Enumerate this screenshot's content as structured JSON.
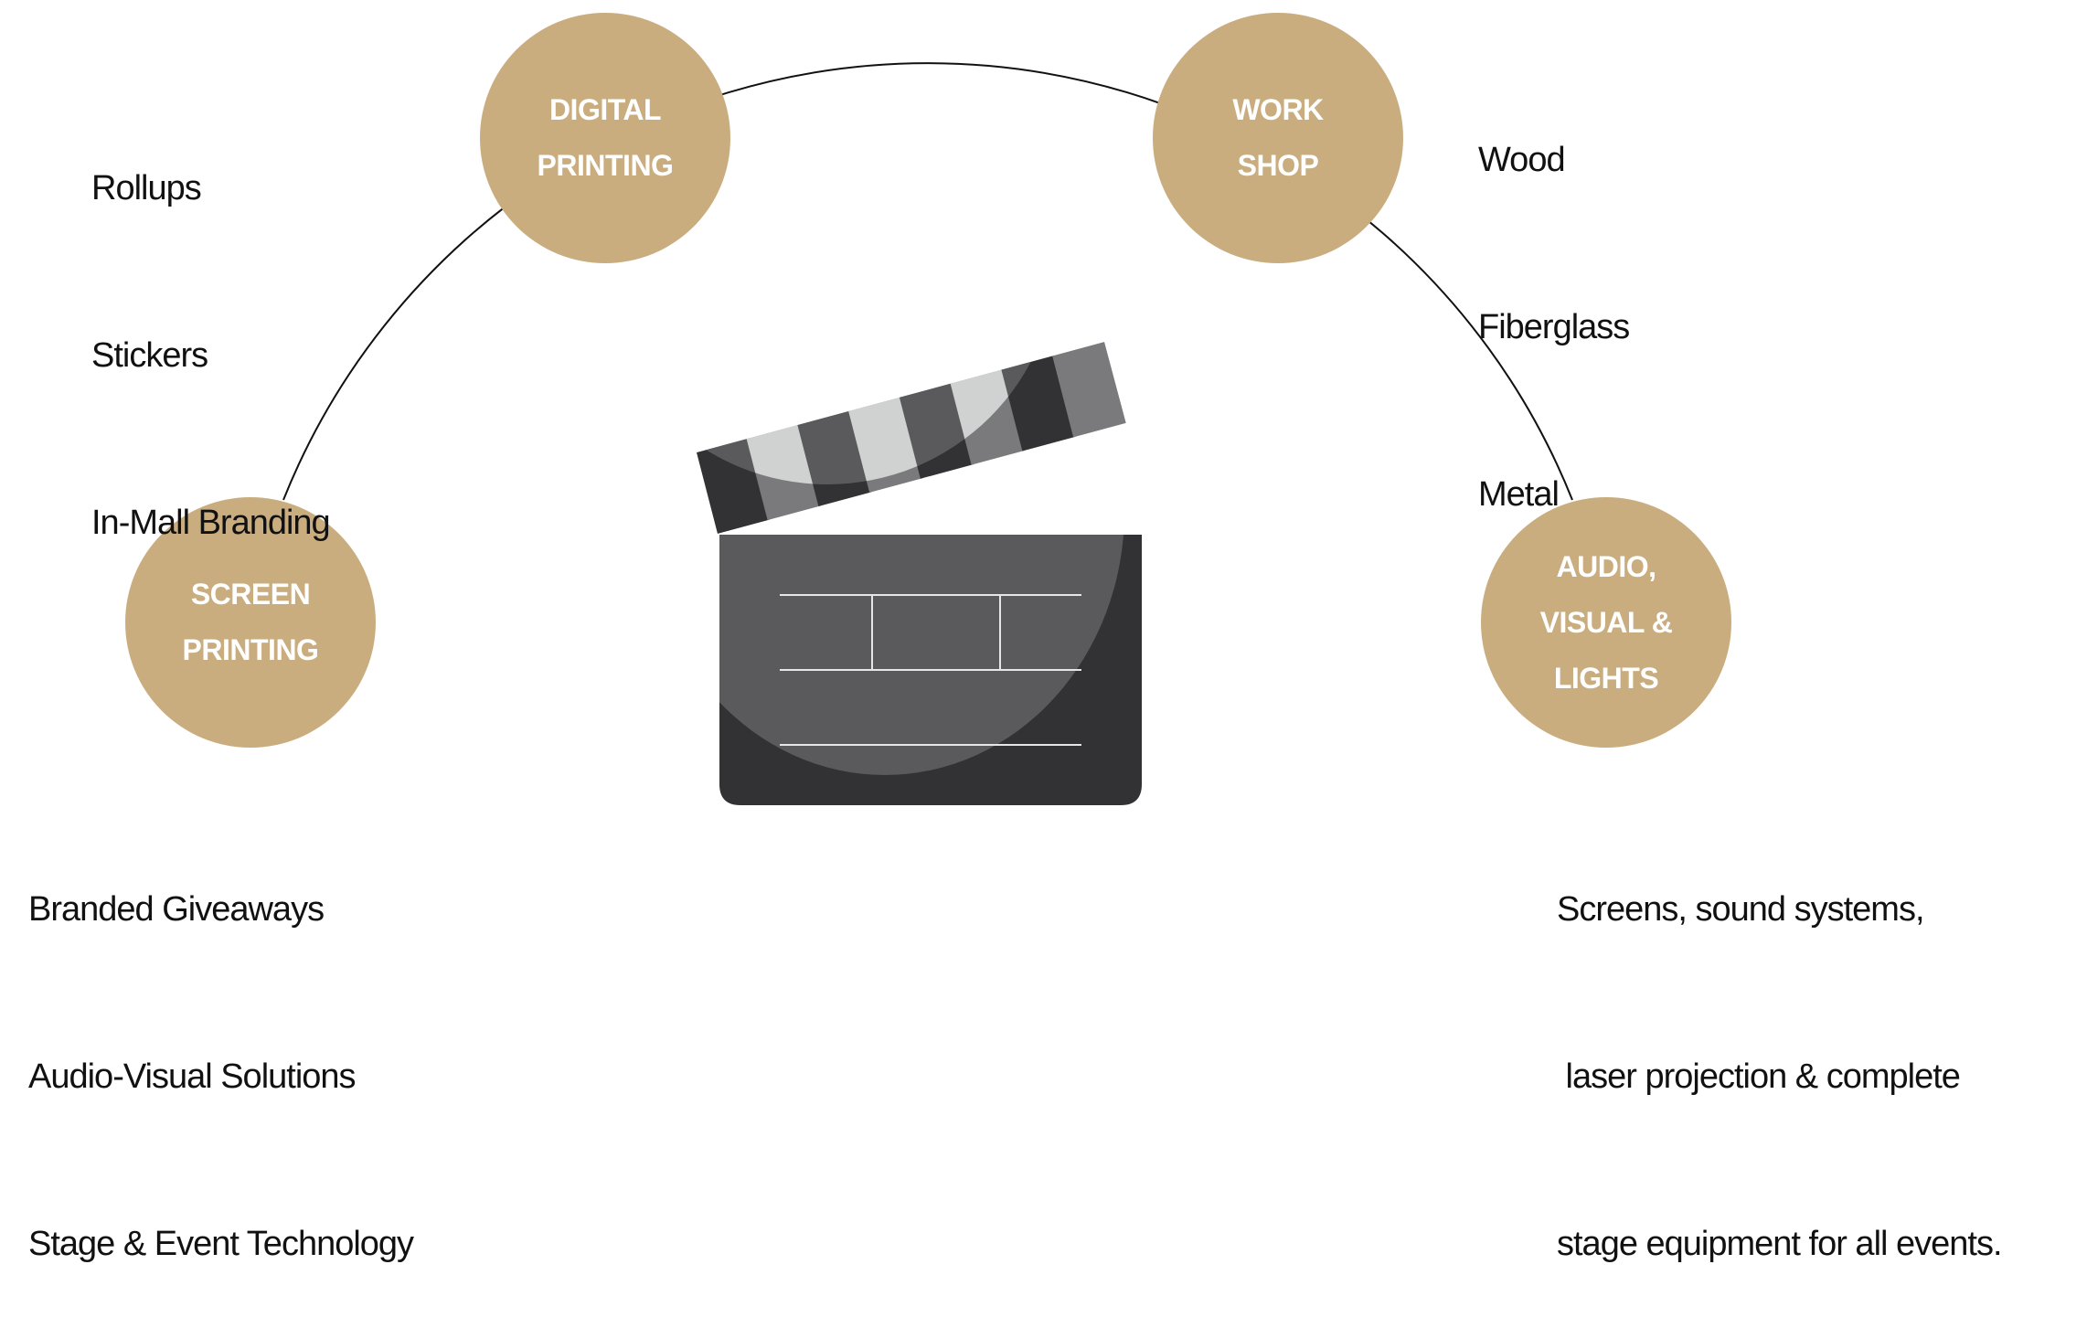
{
  "colors": {
    "accent": "#c9ad7f",
    "dark": "#323234",
    "mid": "#5a5a5c",
    "gray": "#7a7a7c",
    "light": "#d0d1d1"
  },
  "nodes": {
    "digital_printing": {
      "lines": [
        "DIGITAL",
        "PRINTING"
      ],
      "items": [
        "Rollups",
        "Stickers",
        "In-Mall Branding"
      ]
    },
    "work_shop": {
      "lines": [
        "WORK",
        "SHOP"
      ],
      "items": [
        "Wood",
        "Fiberglass",
        "Metal"
      ]
    },
    "screen_printing": {
      "lines": [
        "SCREEN",
        "PRINTING"
      ],
      "items": [
        "Branded Giveaways",
        "Audio-Visual Solutions",
        "Stage & Event Technology"
      ]
    },
    "audio_visual": {
      "lines": [
        "AUDIO,",
        "VISUAL &",
        "LIGHTS"
      ],
      "items": [
        "Screens, sound systems,",
        " laser projection & complete",
        "stage equipment for all events."
      ]
    }
  },
  "center_icon": "clapperboard-icon"
}
